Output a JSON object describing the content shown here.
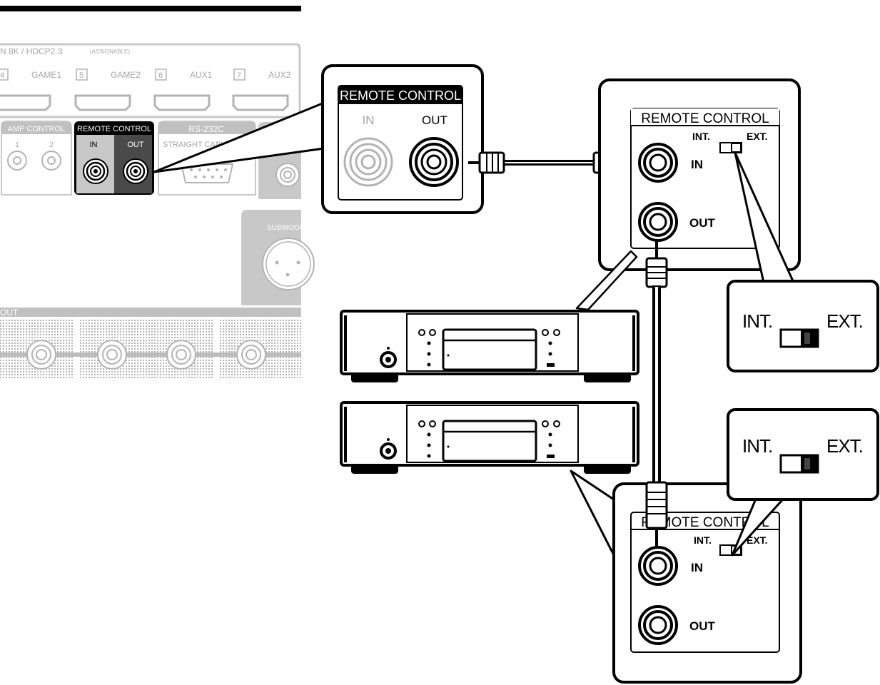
{
  "receiver_panel": {
    "hdmi_header": "N 8K / HDCP2.3",
    "hdmi_assignable": "(ASSIGNABLE)",
    "hdmi_ports": [
      {
        "num": "4",
        "label": "GAME1"
      },
      {
        "num": "5",
        "label": "GAME2"
      },
      {
        "num": "6",
        "label": "AUX1"
      },
      {
        "num": "7",
        "label": "AUX2"
      }
    ],
    "amp_control_label": "AMP CONTROL",
    "amp_control_ports": [
      "1",
      "2"
    ],
    "remote_control_label": "REMOTE CONTROL",
    "remote_in_label": "IN",
    "remote_out_label": "OUT",
    "rs232c_label": "RS-232C",
    "rs232c_sublabel": "STRAIGHT CABL",
    "subwoofer_label": "SUBWOOF",
    "out_label": "OUT"
  },
  "zoom_callout": {
    "title": "REMOTE CONTROL",
    "in_label": "IN",
    "out_label": "OUT"
  },
  "top_device_panel": {
    "title": "REMOTE CONTROL",
    "int_label": "INT.",
    "ext_label": "EXT.",
    "in_label": "IN",
    "out_label": "OUT"
  },
  "bottom_device_panel": {
    "title": "REMOTE CONTROL",
    "int_label": "INT.",
    "ext_label": "EXT.",
    "in_label": "IN",
    "out_label": "OUT"
  },
  "switch_callout_top": {
    "int_label": "INT.",
    "ext_label": "EXT."
  },
  "switch_callout_bottom": {
    "int_label": "INT.",
    "ext_label": "EXT."
  }
}
